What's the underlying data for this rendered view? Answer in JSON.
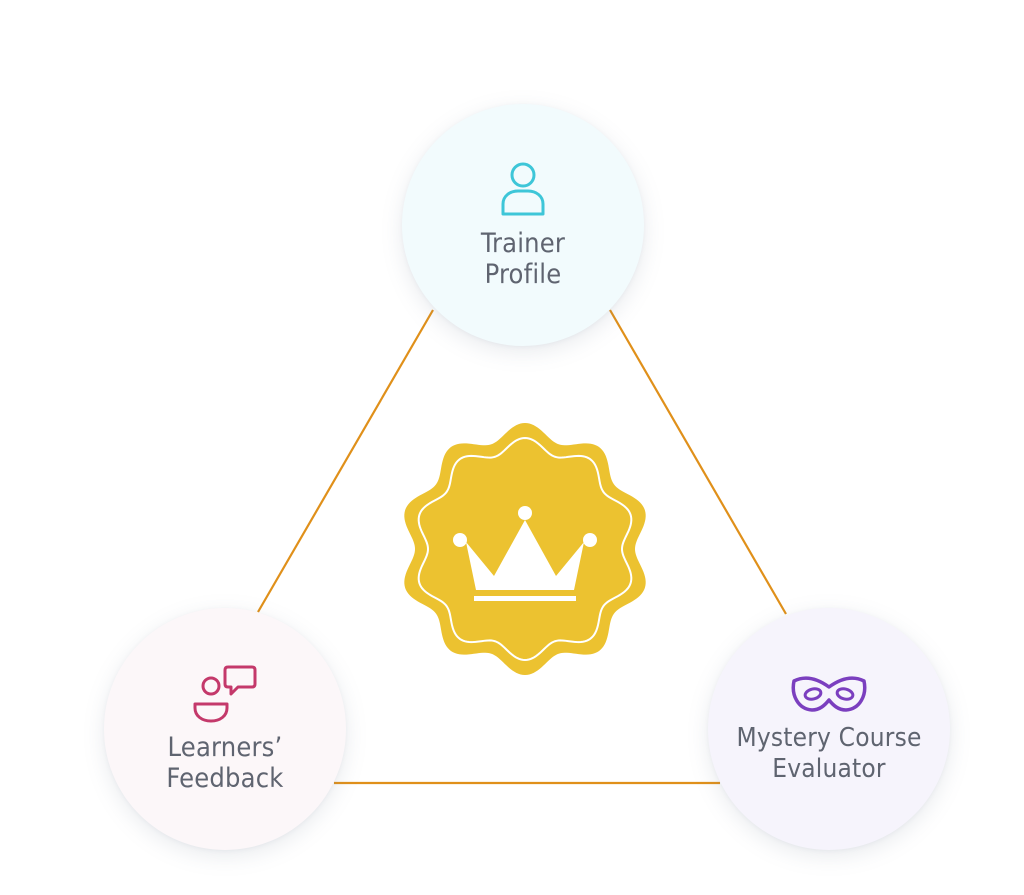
{
  "nodes": {
    "trainer": {
      "line1": "Trainer",
      "line2": "Profile",
      "icon": "user-icon",
      "color": "#3ec6d8"
    },
    "learners": {
      "line1": "Learners’",
      "line2": "Feedback",
      "icon": "feedback-chat-icon",
      "color": "#c4396b"
    },
    "mystery": {
      "line1": "Mystery Course",
      "line2": "Evaluator",
      "icon": "mask-icon",
      "color": "#7b3fbf"
    }
  },
  "center": {
    "icon": "crown-badge-icon",
    "badge_color": "#ecc230"
  },
  "connector_color": "#e0901a"
}
